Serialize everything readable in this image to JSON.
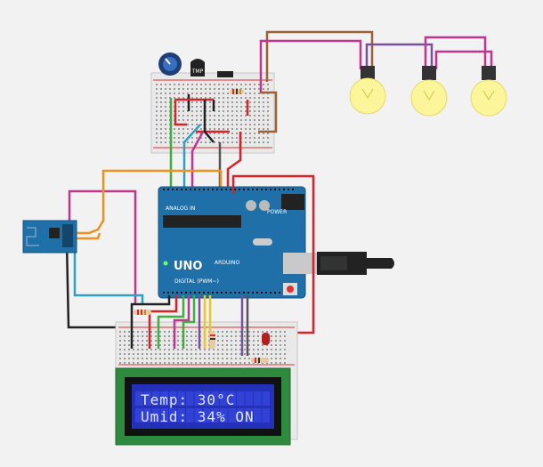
{
  "lcd": {
    "line1": "Temp: 30°C",
    "line2": "Umid: 34%    ON"
  },
  "arduino": {
    "model": "UNO",
    "brand": "ARDUINO",
    "power_label": "POWER",
    "analog_label": "ANALOG IN",
    "digital_label": "DIGITAL (PWM~)"
  },
  "sensor": {
    "label": "TMP"
  },
  "colors": {
    "board": "#1f6fa8",
    "lcd_pcb": "#2e8b3e",
    "lcd_screen": "#2430b8",
    "bulb": "#fdf59a",
    "wire_red": "#d9232a",
    "wire_orange": "#f0901e",
    "wire_magenta": "#c2358f",
    "wire_brown": "#9b6236",
    "wire_green": "#3fae3f",
    "wire_blue": "#2f9fc6",
    "wire_black": "#222222",
    "wire_purple": "#7b4fa0",
    "wire_yellow": "#e9c62a"
  }
}
